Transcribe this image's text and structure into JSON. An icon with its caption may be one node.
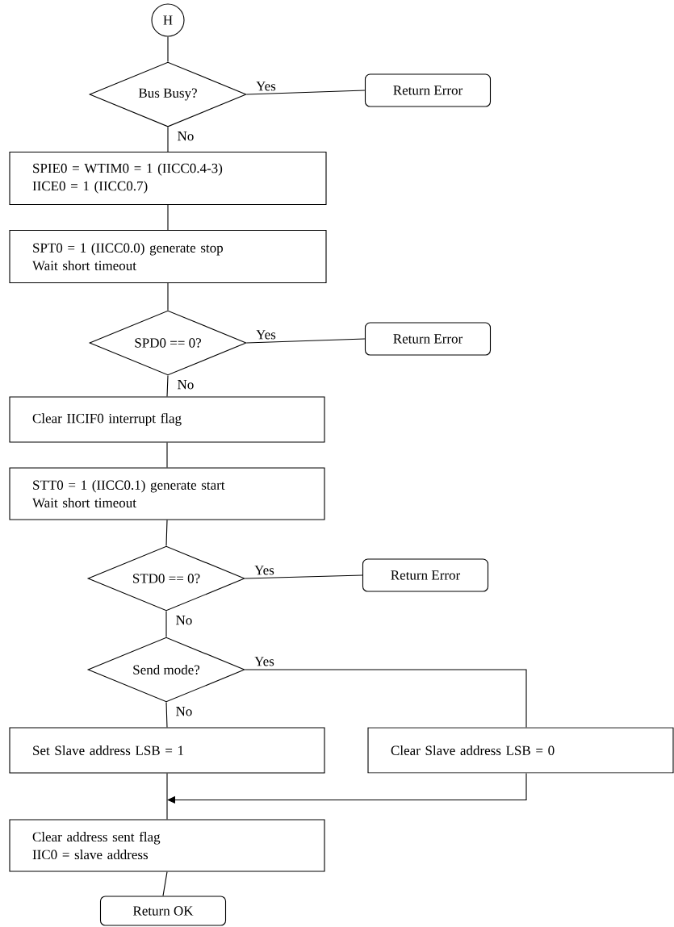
{
  "diagram": {
    "nodes": [
      {
        "text": [
          "H"
        ]
      },
      {
        "text": [
          "Bus Busy?"
        ]
      },
      {
        "text": [
          "Return Error"
        ]
      },
      {
        "text": [
          "SPIE0 = WTIM0 = 1 (IICC0.4-3)",
          "IICE0 = 1 (IICC0.7)"
        ]
      },
      {
        "text": [
          "SPT0 = 1 (IICC0.0) generate stop",
          "Wait short timeout"
        ]
      },
      {
        "text": [
          "SPD0 == 0?"
        ]
      },
      {
        "text": [
          "Return Error"
        ]
      },
      {
        "text": [
          "Clear IICIF0 interrupt flag"
        ]
      },
      {
        "text": [
          "STT0 = 1 (IICC0.1) generate start",
          "Wait short timeout"
        ]
      },
      {
        "text": [
          "STD0 == 0?"
        ]
      },
      {
        "text": [
          "Return Error"
        ]
      },
      {
        "text": [
          "Send mode?"
        ]
      },
      {
        "text": [
          "Set Slave address LSB = 1"
        ]
      },
      {
        "text": [
          "Clear Slave address LSB = 0"
        ]
      },
      {
        "text": [
          "Clear address sent flag",
          "IIC0 = slave address"
        ]
      },
      {
        "text": [
          "Return OK"
        ]
      }
    ],
    "edges": [
      {
        "from": 0,
        "to": 1,
        "arrow": "none"
      },
      {
        "from": 1,
        "to": 2,
        "arrow": "none",
        "label": "Yes"
      },
      {
        "from": 1,
        "to": 3,
        "arrow": "none",
        "label": "No"
      },
      {
        "from": 3,
        "to": 4,
        "arrow": "none"
      },
      {
        "from": 4,
        "to": 5,
        "arrow": "none"
      },
      {
        "from": 5,
        "to": 6,
        "arrow": "none",
        "label": "Yes"
      },
      {
        "from": 5,
        "to": 7,
        "arrow": "none",
        "label": "No"
      },
      {
        "from": 7,
        "to": 8,
        "arrow": "none"
      },
      {
        "from": 8,
        "to": 9,
        "arrow": "none"
      },
      {
        "from": 9,
        "to": 10,
        "arrow": "none",
        "label": "Yes"
      },
      {
        "from": 9,
        "to": 11,
        "arrow": "none",
        "label": "No"
      },
      {
        "from": 11,
        "to": 13,
        "arrow": "none",
        "label": "Yes"
      },
      {
        "from": 11,
        "to": 12,
        "arrow": "none",
        "label": "No"
      },
      {
        "from": 12,
        "to": 14,
        "arrow": "none"
      },
      {
        "from": 13,
        "to": 14,
        "arrow": "to"
      },
      {
        "from": 14,
        "to": 15,
        "arrow": "none"
      }
    ]
  }
}
